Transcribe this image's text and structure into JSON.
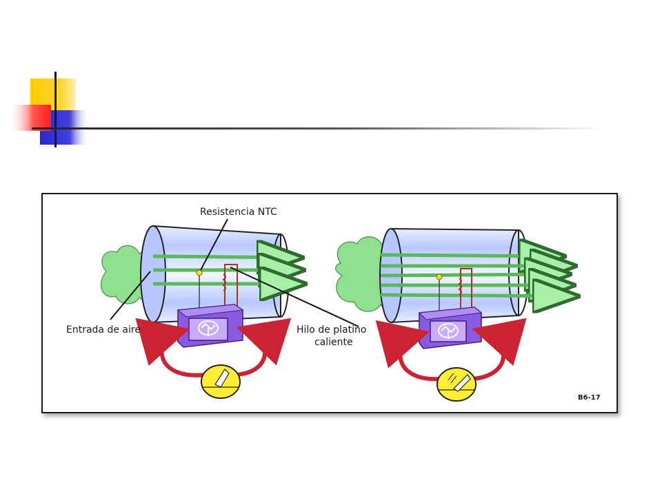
{
  "diagram": {
    "labels": {
      "ntc": "Resistencia NTC",
      "air_inlet": "Entrada de aire",
      "hot_wire_line1": "Hilo de platino",
      "hot_wire_line2": "caliente",
      "figure_code": "B6-17"
    },
    "colors": {
      "deco_yellow": "#ffcc00",
      "deco_red": "#ff3b3b",
      "deco_blue": "#3333cc",
      "air_green": "#8fe08f",
      "tube_blue": "#aabfff",
      "module_purple": "#9966ee",
      "feedback_red": "#cc2233",
      "gauge_yellow": "#ffee33",
      "hot_wire": "#aa3322"
    },
    "icons": [
      "cloud-icon",
      "air-flow-arrow-icon",
      "control-module-icon",
      "feedback-arrow-icon",
      "gauge-icon",
      "hot-wire-coil-icon",
      "ntc-resistor-icon"
    ]
  }
}
